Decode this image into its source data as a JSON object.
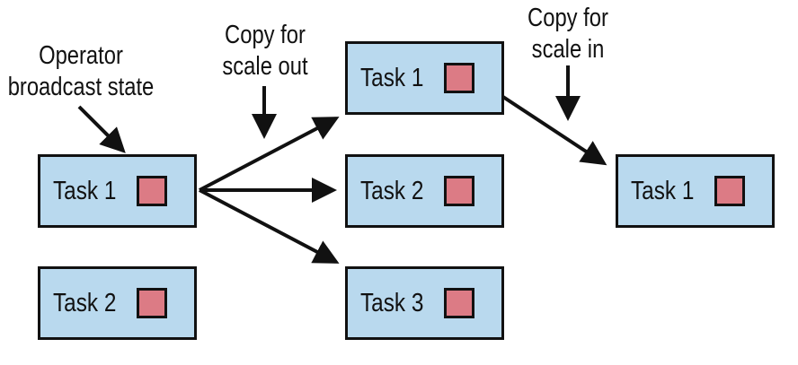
{
  "annotations": {
    "operator": [
      "Operator",
      "broadcast state"
    ],
    "scale_out": [
      "Copy for",
      "scale out"
    ],
    "scale_in": [
      "Copy for",
      "scale in"
    ]
  },
  "original": {
    "task1": "Task 1",
    "task2": "Task 2"
  },
  "scaled_out": {
    "task1": "Task 1",
    "task2": "Task 2",
    "task3": "Task 3"
  },
  "scaled_in": {
    "task1": "Task 1"
  },
  "colors": {
    "task_fill": "#b9d9ee",
    "state_fill": "#dc7b85",
    "stroke": "#111111"
  }
}
